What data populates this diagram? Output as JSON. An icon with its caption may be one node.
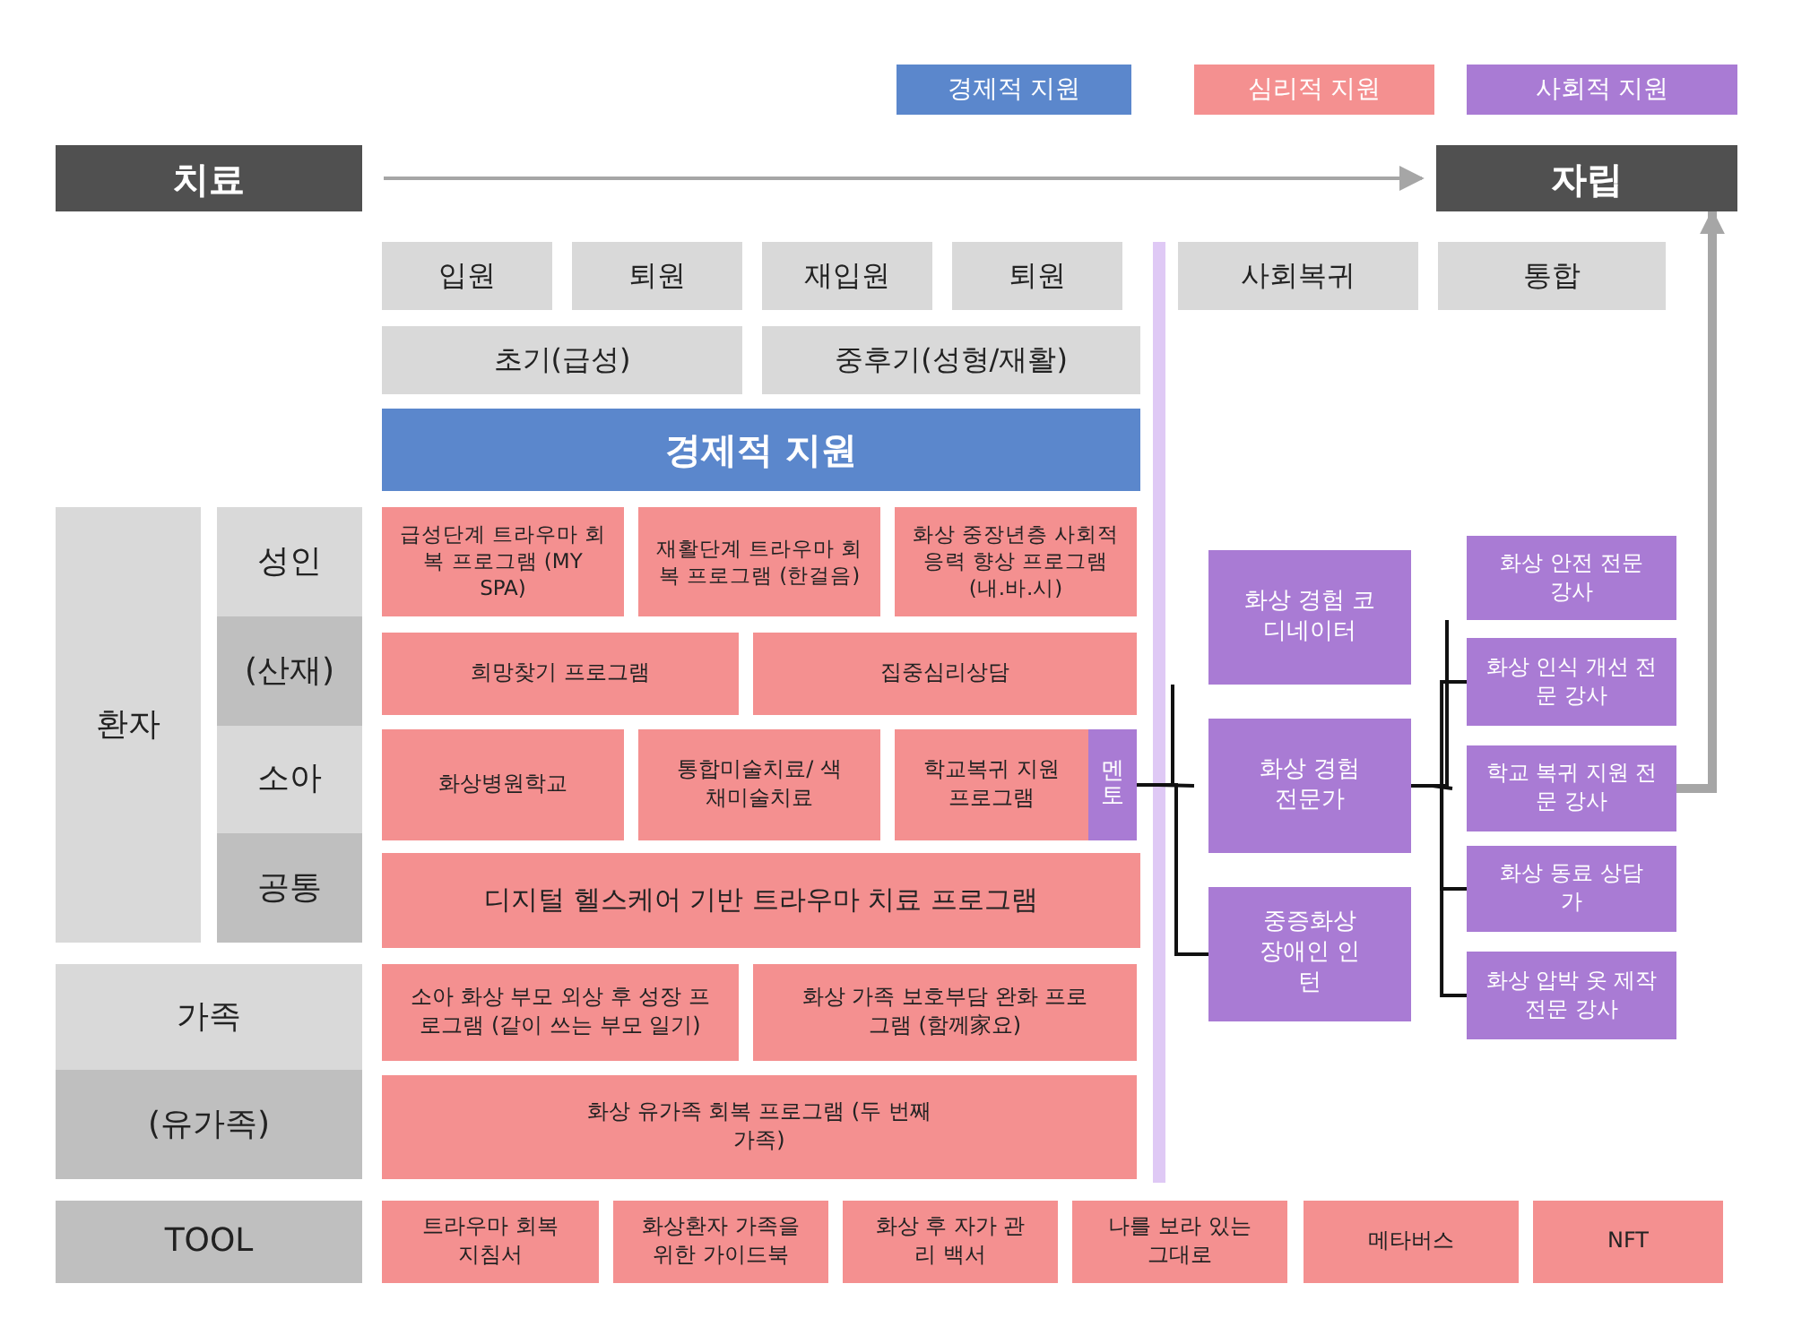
{
  "diagram": {
    "nodes": [
      {
        "text": [
          "치료"
        ]
      },
      {
        "text": [
          "자립"
        ]
      },
      {
        "text": [
          "입원"
        ]
      },
      {
        "text": [
          "퇴원"
        ]
      },
      {
        "text": [
          "재입원"
        ]
      },
      {
        "text": [
          "퇴원"
        ]
      },
      {
        "text": [
          "사회복귀"
        ]
      },
      {
        "text": [
          "통합"
        ]
      },
      {
        "text": [
          "초기(급성)"
        ]
      },
      {
        "text": [
          "중후기(성형/재활)"
        ]
      },
      {
        "text": [
          "경제적 지원"
        ]
      },
      {
        "text": [
          "환자"
        ]
      },
      {
        "text": [
          "성인"
        ]
      },
      {
        "text": [
          "(산재)"
        ]
      },
      {
        "text": [
          "소아"
        ]
      },
      {
        "text": [
          "공통"
        ]
      },
      {
        "text": [
          "가족"
        ]
      },
      {
        "text": [
          "(유가족)"
        ]
      },
      {
        "text": [
          "TOOL"
        ]
      },
      {
        "text": [
          "급성단계 트라우마 회복 프로그램 (MY SPA)"
        ]
      },
      {
        "text": [
          "재활단계 트라우마 회복 프로그램 (한걸음)"
        ]
      },
      {
        "text": [
          "화상 중장년층 사회적응력 향상 프로그램 (내.바.시)"
        ]
      },
      {
        "text": [
          "희망찾기 프로그램"
        ]
      },
      {
        "text": [
          "집중심리상담"
        ]
      },
      {
        "text": [
          "화상병원학교"
        ]
      },
      {
        "text": [
          "통합미술치료/ 색채미술치료"
        ]
      },
      {
        "text": [
          "학교복귀 지원 프로그램"
        ]
      },
      {
        "text": [
          "멘토"
        ]
      },
      {
        "text": [
          "디지털 헬스케어 기반 트라우마 치료 프로그램"
        ]
      },
      {
        "text": [
          "소아 화상 부모 외상 후 성장 프로그램 (같이 쓰는 부모 일기)"
        ]
      },
      {
        "text": [
          "화상 가족 보호부담 완화 프로그램 (함께家요)"
        ]
      },
      {
        "text": [
          "화상 유가족 회복 프로그램 (두 번째 가족)"
        ]
      },
      {
        "text": [
          "화상 경험 코디네이터"
        ]
      },
      {
        "text": [
          "화상 경험 전문가"
        ]
      },
      {
        "text": [
          "중증화상 장애인 인턴"
        ]
      },
      {
        "text": [
          "화상 안전 전문 강사"
        ]
      },
      {
        "text": [
          "화상 인식 개선 전문 강사"
        ]
      },
      {
        "text": [
          "학교 복귀 지원 전문 강사"
        ]
      },
      {
        "text": [
          "화상 동료 상담가"
        ]
      },
      {
        "text": [
          "화상 압박 옷 제작 전문 강사"
        ]
      },
      {
        "text": [
          "트라우마 회복 지침서"
        ]
      },
      {
        "text": [
          "화상환자 가족을 위한 가이드북"
        ]
      },
      {
        "text": [
          "화상 후 자가 관리 백서"
        ]
      },
      {
        "text": [
          "나를 보라 있는 그대로"
        ]
      },
      {
        "text": [
          "메타버스"
        ]
      },
      {
        "text": [
          "NFT"
        ]
      }
    ],
    "edges": [
      {
        "from": 0,
        "to": 1,
        "arrow": "to",
        "color": "#a6a6a6"
      },
      {
        "from": 27,
        "to": 32,
        "arrow": "none"
      },
      {
        "from": 27,
        "to": 33,
        "arrow": "none"
      },
      {
        "from": 27,
        "to": 34,
        "arrow": "none"
      },
      {
        "from": 33,
        "to": 35,
        "arrow": "none"
      },
      {
        "from": 33,
        "to": 36,
        "arrow": "none"
      },
      {
        "from": 33,
        "to": 37,
        "arrow": "none"
      },
      {
        "from": 33,
        "to": 38,
        "arrow": "none"
      },
      {
        "from": 33,
        "to": 39,
        "arrow": "none"
      },
      {
        "from": 37,
        "to": 1,
        "arrow": "to",
        "style": "thick",
        "color": "#a6a6a6"
      }
    ],
    "legend": [
      {
        "text": "경제적 지원",
        "color": "#5b87cc"
      },
      {
        "text": "심리적 지원",
        "color": "#f49090"
      },
      {
        "text": "사회적 지원",
        "color": "#a97bd4"
      }
    ]
  }
}
